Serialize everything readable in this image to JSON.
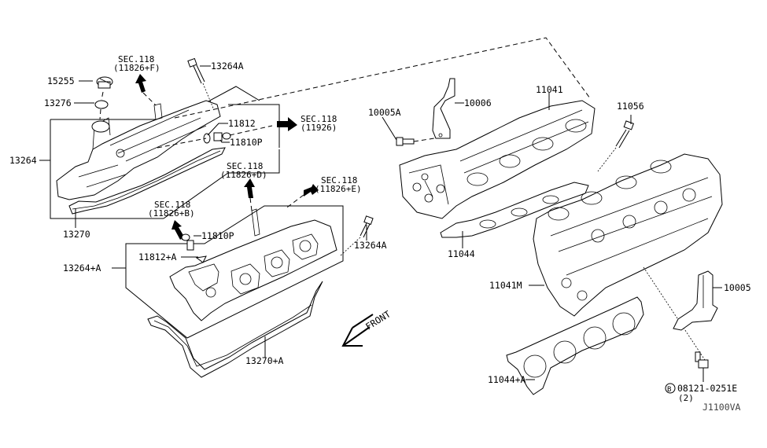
{
  "diagram": {
    "title": "Cylinder Head & Rocker Cover",
    "watermark": "J1100VA",
    "front_indicator": "FRONT",
    "labels": {
      "oil_cap": "15255",
      "cap_gasket": "13276",
      "rocker_cover_left": "13264",
      "rocker_cover_gasket_left": "13270",
      "cover_bolt_top": "13264A",
      "cover_bolt_right": "13264A",
      "pcv_hose_left": "11812",
      "pcv_valve_left": "11810P",
      "rocker_cover_right": "13264+A",
      "pcv_valve_right": "11810P",
      "pcv_hose_right": "11812+A",
      "rocker_cover_gasket_right": "13270+A",
      "bracket_bolt": "10005A",
      "bracket_upper": "10006",
      "cylinder_head_upper": "11041",
      "head_bolt": "11056",
      "intake_gasket": "11044",
      "cylinder_head_lower": "11041M",
      "bracket_lower": "10005",
      "head_gasket": "11044+A",
      "bracket_bolt_lower": "08121-0251E",
      "bracket_bolt_lower_qty": "(2)",
      "bolt_marker": "B"
    },
    "section_refs": [
      {
        "sec": "SEC.118",
        "ref": "(11826+F)"
      },
      {
        "sec": "SEC.118",
        "ref": "(11926)"
      },
      {
        "sec": "SEC.118",
        "ref": "(11826+D)"
      },
      {
        "sec": "SEC.118",
        "ref": "(11826+E)"
      },
      {
        "sec": "SEC.118",
        "ref": "(11826+B)"
      }
    ]
  }
}
